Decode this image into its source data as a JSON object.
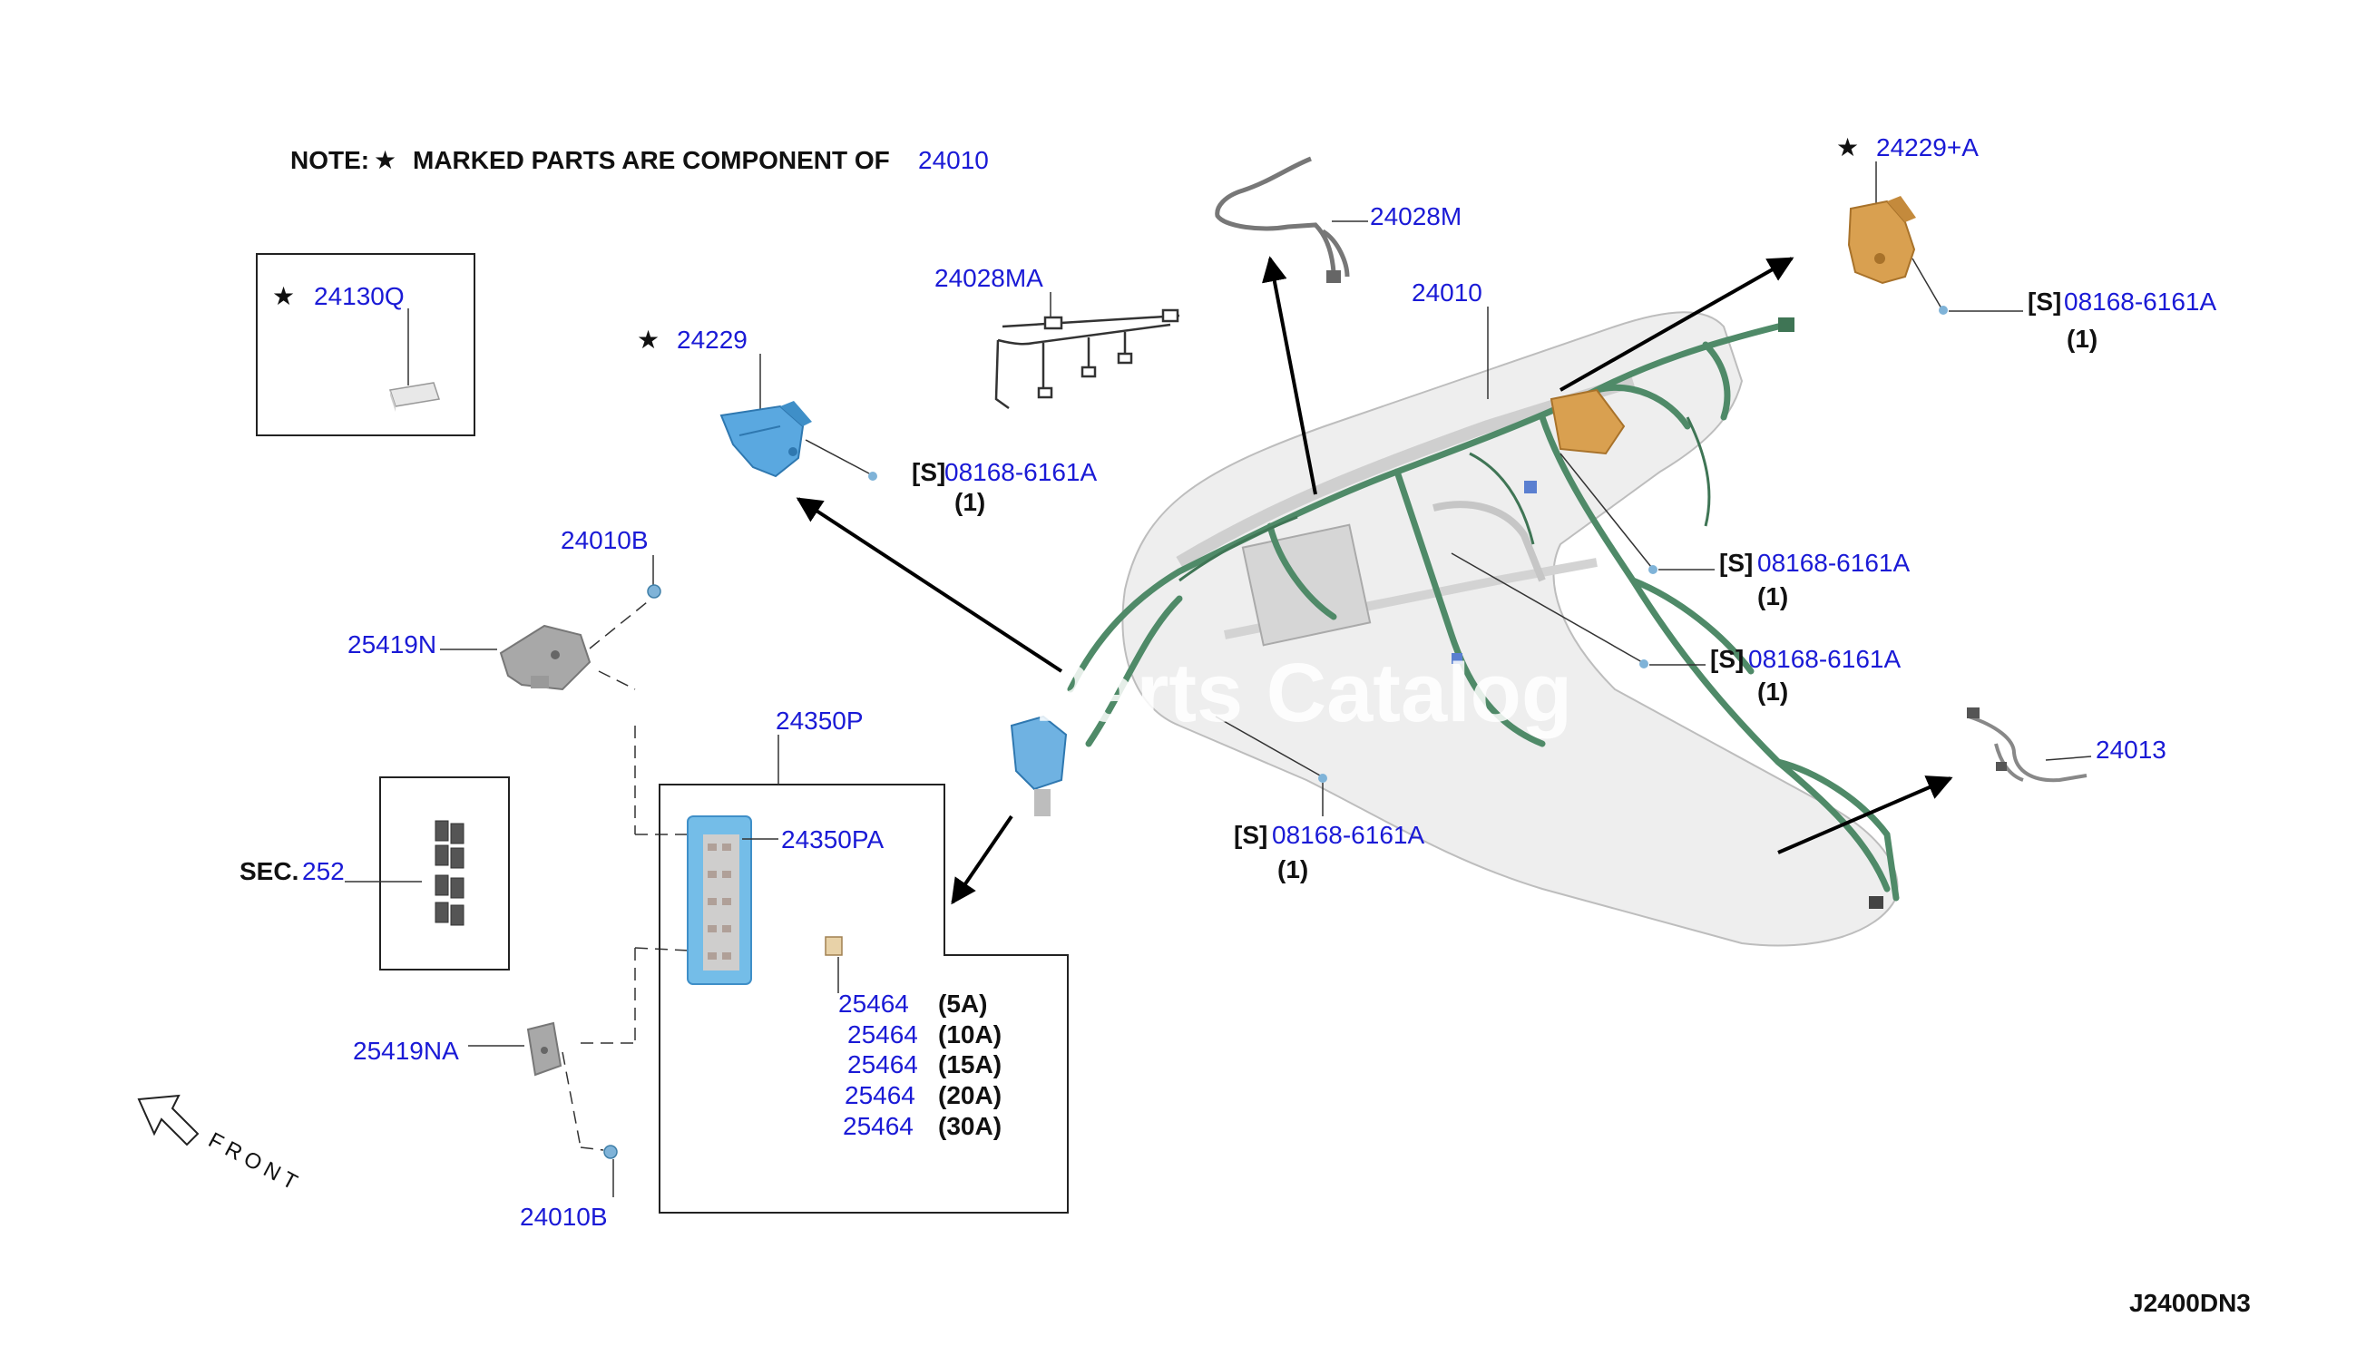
{
  "note": {
    "prefix": "NOTE:",
    "star": "★",
    "text": "MARKED PARTS ARE COMPONENT OF",
    "ref": "24010"
  },
  "star": "★",
  "parts": {
    "p24130Q": "24130Q",
    "p24229": "24229",
    "p24028MA": "24028MA",
    "p24028M": "24028M",
    "p24010": "24010",
    "p24229A": "24229+A",
    "p24010B_top": "24010B",
    "p24010B_bottom": "24010B",
    "p25419N": "25419N",
    "p25419NA": "25419NA",
    "p24350P": "24350P",
    "p24350PA": "24350PA",
    "p24013": "24013"
  },
  "screws": {
    "tag": "[S]",
    "number": "08168-6161A",
    "qty": "(1)"
  },
  "sec": {
    "prefix": "SEC.",
    "number": "252"
  },
  "fuses": [
    {
      "part": "25464",
      "rating": "(5A)"
    },
    {
      "part": "25464",
      "rating": "(10A)"
    },
    {
      "part": "25464",
      "rating": "(15A)"
    },
    {
      "part": "25464",
      "rating": "(20A)"
    },
    {
      "part": "25464",
      "rating": "(30A)"
    }
  ],
  "front_label": "FRONT",
  "watermark": "Parts Catalog",
  "diagram_code": "J2400DN3",
  "colors": {
    "part_number": "#1a1ad6",
    "harness": "#4f8a68",
    "blue_part": "#5aa8e0",
    "orange_part": "#d9a050"
  }
}
